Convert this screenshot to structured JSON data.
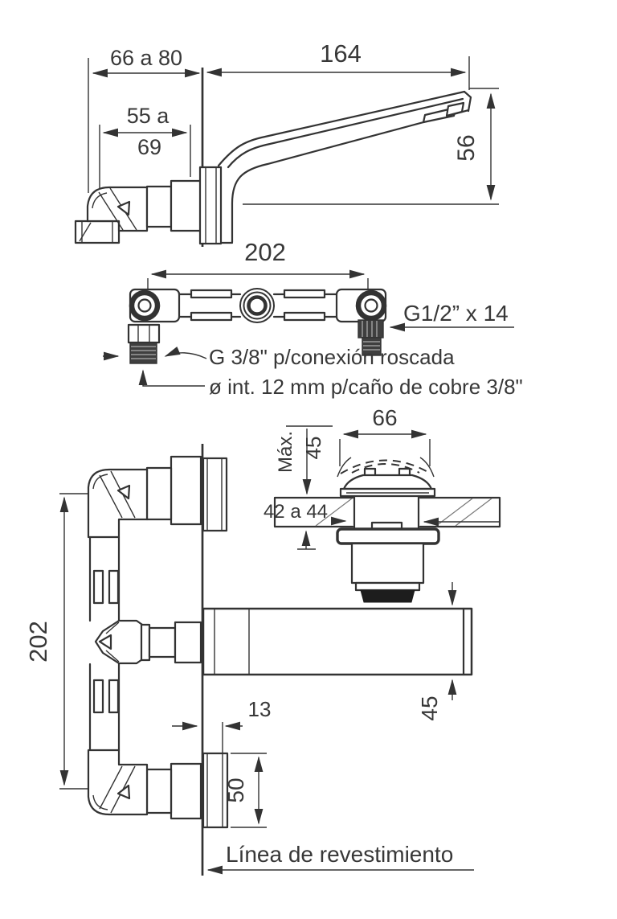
{
  "drawing": {
    "side_view": {
      "recess_depth": "66 a 80",
      "spout_reach": "164",
      "embed_depth_min": "55 a",
      "embed_depth_max": "69",
      "spout_drop": "56"
    },
    "plan_view": {
      "valve_centers": "202",
      "main_thread": "G1/2” x 14",
      "branch_thread": "G 3/8\" p/conexión roscada",
      "copper_note": "ø int. 12 mm p/caño de cobre 3/8\""
    },
    "drain_view": {
      "cap_diameter": "66",
      "max_label": "Máx.",
      "max_height": "45",
      "countertop_thickness": "42 a 44"
    },
    "front_view": {
      "valve_centers": "202",
      "wall_offset": "13",
      "spout_body_height": "45",
      "flange_diameter": "50",
      "wall_line_label": "Línea de revestimiento"
    }
  }
}
